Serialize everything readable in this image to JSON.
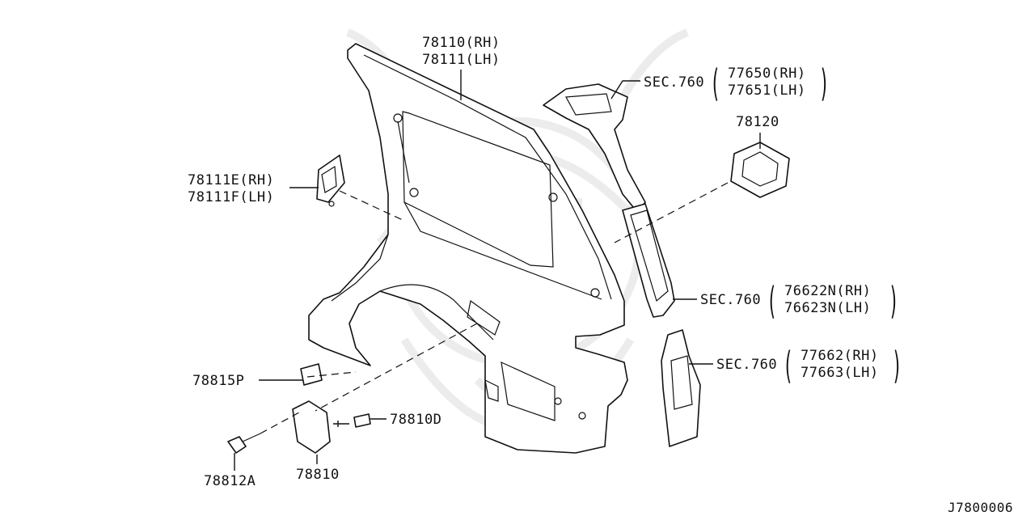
{
  "diagram_id": "J7800006",
  "callouts": {
    "panel_rear_rh": "78110(RH)",
    "panel_rear_lh": "78111(LH)",
    "bracket_rh": "78111E(RH)",
    "bracket_lh": "78111F(LH)",
    "sec760": "SEC.760",
    "pillar_rh": "77650(RH)",
    "pillar_lh": "77651(LH)",
    "grommet": "78120",
    "reinf_rh": "76622N(RH)",
    "reinf_lh": "76623N(LH)",
    "lower_rh": "77662(RH)",
    "lower_lh": "77663(LH)",
    "clip": "78815P",
    "lid_stopper": "78810D",
    "bolt": "78812A",
    "fuel_lid": "78810"
  }
}
